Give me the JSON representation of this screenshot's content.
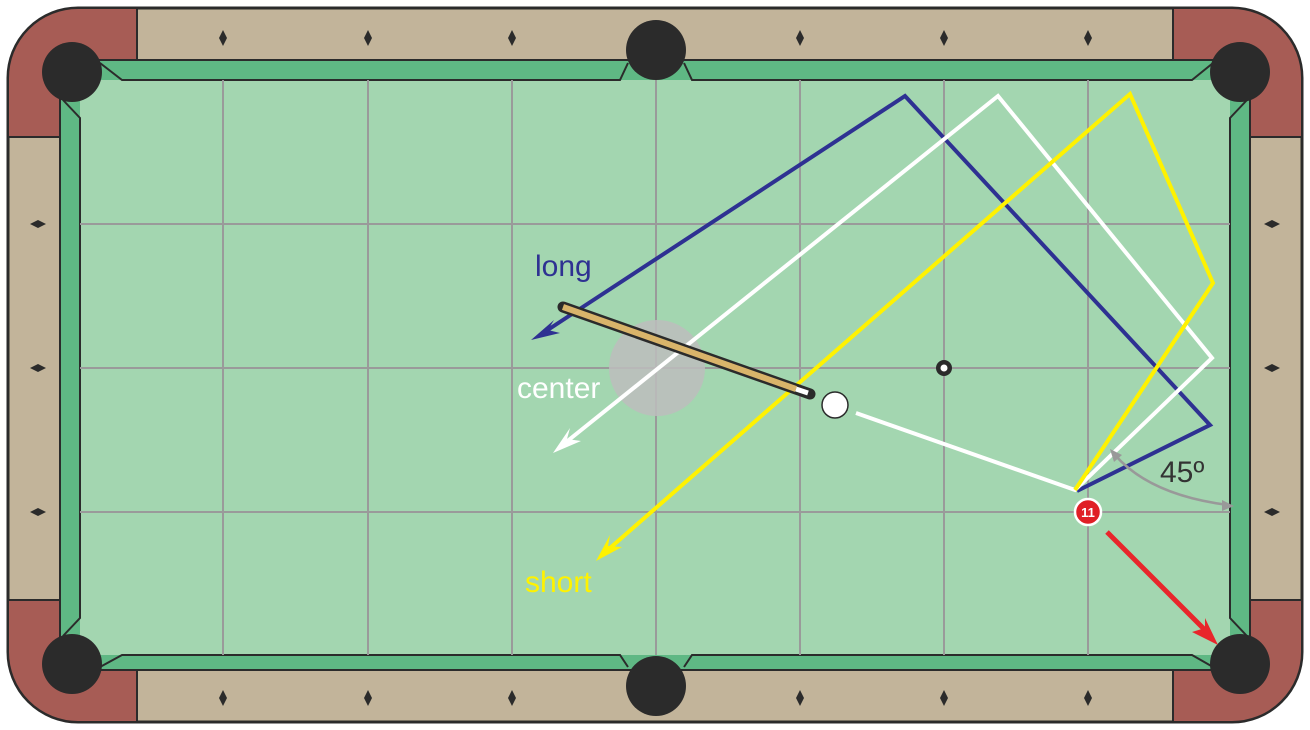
{
  "labels": {
    "long": "long",
    "center": "center",
    "short": "short",
    "angle": "45º",
    "ball_number": "11"
  },
  "colors": {
    "felt": "#a3d6b0",
    "cushion": "#5fb884",
    "rail": "#c2b49a",
    "corner": "#a75c55",
    "pocket": "#2b2b2b",
    "grid": "#9a9a9a",
    "long_path": "#2e3192",
    "center_path": "#ffffff",
    "short_path": "#fff200",
    "object_ball": "#e01f26",
    "object_path": "#e8262b",
    "cue_stick": "#d9b46a",
    "angle_arc": "#999999",
    "label_text": "#333333",
    "spot_halo": "#bdbdbd"
  },
  "icons": {
    "cue_ball": "white-circle",
    "object_ball": "red-numbered-ball",
    "rail_diamond": "diamond",
    "center_spot": "crosshair-circle"
  }
}
